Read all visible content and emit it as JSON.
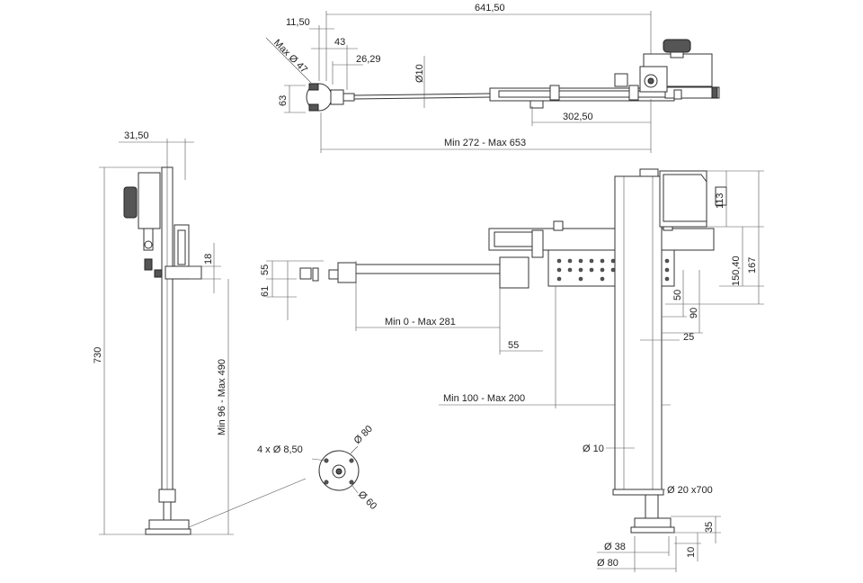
{
  "dimensions": {
    "top": {
      "overall_length": "641,50",
      "offset_small": "11,50",
      "clamp_width": "43",
      "clamp_depth": "26,29",
      "clamp_max_diameter": "Max Ø 47",
      "rod_diameter": "Ø10",
      "clamp_height": "63",
      "slide_length": "302,50",
      "reach_range": "Min 272 - Max 653"
    },
    "side": {
      "top_offset": "31,50",
      "bracket_height": "18",
      "total_height": "730",
      "arm_height_range": "Min 96 - Max 490"
    },
    "base_detail": {
      "holes": "4 x Ø 8,50",
      "outer_diameter": "Ø 80",
      "bolt_circle": "Ø 60"
    },
    "front": {
      "arm_top": "55",
      "arm_bottom": "61",
      "arm_extension": "Min 0 - Max 281",
      "arm_step": "55",
      "column_offset": "Min 100 - Max 200",
      "head_height": "113",
      "head_mid": "150,40",
      "head_total": "167",
      "block_90": "90",
      "block_50": "50",
      "column_offset_25": "25",
      "rod_diameter": "Ø 10",
      "column_spec": "Ø 20 x700",
      "foot_height": "35",
      "foot_base": "10",
      "foot_stem": "Ø 38",
      "foot_diameter": "Ø 80"
    }
  }
}
